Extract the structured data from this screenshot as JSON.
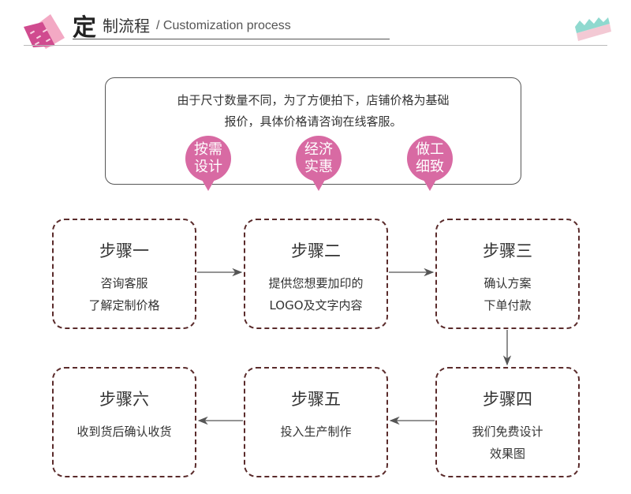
{
  "header": {
    "title_big": "定",
    "title_rest": "制流程",
    "title_en": "/ Customization process"
  },
  "note": {
    "line1": "由于尺寸数量不同，为了方便拍下，店铺价格为基础",
    "line2": "报价，具体价格请咨询在线客服。"
  },
  "badges": [
    {
      "line1": "按需",
      "line2": "设计"
    },
    {
      "line1": "经济",
      "line2": "实惠"
    },
    {
      "line1": "做工",
      "line2": "细致"
    }
  ],
  "steps": [
    {
      "title": "步骤一",
      "lines": [
        "咨询客服",
        "了解定制价格"
      ]
    },
    {
      "title": "步骤二",
      "lines": [
        "提供您想要加印的",
        "LOGO及文字内容"
      ]
    },
    {
      "title": "步骤三",
      "lines": [
        "确认方案",
        "下单付款"
      ]
    },
    {
      "title": "步骤四",
      "lines": [
        "我们免费设计",
        "效果图"
      ]
    },
    {
      "title": "步骤五",
      "lines": [
        "投入生产制作"
      ]
    },
    {
      "title": "步骤六",
      "lines": [
        "收到货后确认收货"
      ]
    }
  ],
  "colors": {
    "accent": "#d86aa3",
    "border": "#5a2b2b",
    "arrow": "#555555"
  }
}
